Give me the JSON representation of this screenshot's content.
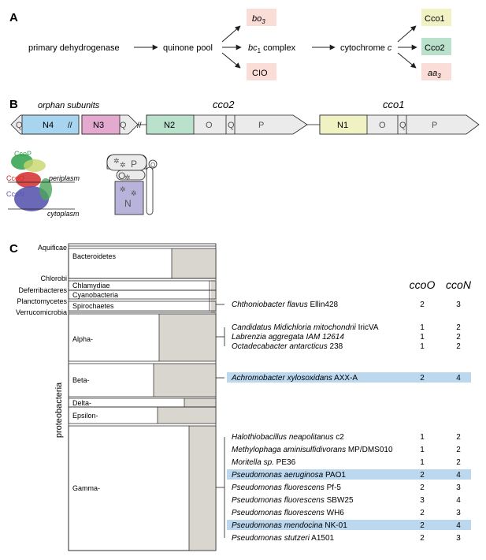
{
  "panels": {
    "a": "A",
    "b": "B",
    "c": "C"
  },
  "panel_a": {
    "dehydrogenase": "primary dehydrogenase",
    "quinone_pool": "quinone pool",
    "bo3": {
      "main": "bo",
      "sub": "3"
    },
    "bc1": {
      "main": "bc",
      "sub": "1",
      "rest": " complex"
    },
    "cio": "CIO",
    "cytochrome": {
      "main": "cytochrome ",
      "italic": "c"
    },
    "cco1": "Cco1",
    "cco2": "Cco2",
    "aa3": {
      "main": "aa",
      "sub": "3"
    },
    "colors": {
      "pink": "#f9ddd6",
      "yellow": "#f0f2c3",
      "green": "#b9e1cc"
    }
  },
  "panel_b": {
    "orphan_label": "orphan subunits",
    "cco2_label": "cco2",
    "cco1_label": "cco1",
    "genes": {
      "q1": "Q",
      "n4": "N4",
      "n3": "N3",
      "q2": "Q",
      "n2": "N2",
      "o2": "O",
      "q3": "Q",
      "p2": "P",
      "n1": "N1",
      "o1": "O",
      "q4": "Q",
      "p1": "P"
    },
    "break_mark": "//",
    "structure": {
      "ccop": "CcoP",
      "ccoo": "CcoO",
      "ccon": "CcoN",
      "periplasm": "periplasm",
      "cytoplasm": "cytoplasm"
    },
    "schematic": {
      "p": "P",
      "o": "O",
      "n": "N",
      "q": "Q"
    },
    "colors": {
      "blue": "#a7d4ee",
      "pink": "#e4a9cf",
      "green": "#b9e1cc",
      "yellow": "#f0f2c3",
      "grey": "#ebebeb",
      "lavender": "#b8b3db"
    }
  },
  "panel_c": {
    "col_ccoo": "ccoO",
    "col_ccon": "ccoN",
    "phyla_left": [
      "Aquificae",
      "Chlorobi",
      "Deferribacteres",
      "Planctomycetes",
      "Verrucomicrobia"
    ],
    "phyla_inside": {
      "bacteroidetes": "Bacteroidetes",
      "chlamydiae": "Chlamydiae",
      "cyanobacteria": "Cyanobacteria",
      "spirochaetes": "Spirochaetes",
      "alpha": "Alpha-",
      "beta": "Beta-",
      "delta": "Delta-",
      "epsilon": "Epsilon-",
      "gamma": "Gamma-"
    },
    "proteobacteria": "proteobacteria",
    "highlight_color": "#bcd8ee",
    "shade_color": "#d9d6cf",
    "rows": [
      {
        "genus": "Chthoniobacter flavus",
        "strain": "Ellin428",
        "ccoO": "2",
        "ccoN": "3",
        "highlight": false
      },
      {
        "genus": "Candidatus Midichloria mitochondrii",
        "strain": "IricVA",
        "ccoO": "1",
        "ccoN": "2",
        "highlight": false
      },
      {
        "genus": "Labrenzia aggregata IAM 12614",
        "strain": "",
        "ccoO": "1",
        "ccoN": "2",
        "highlight": false
      },
      {
        "genus": "Octadecabacter antarcticus",
        "strain": "238",
        "ccoO": "1",
        "ccoN": "2",
        "highlight": false
      },
      {
        "genus": "Achromobacter xylosoxidans",
        "strain": "AXX-A",
        "ccoO": "2",
        "ccoN": "4",
        "highlight": true
      },
      {
        "genus": "Halothiobacillus neapolitanus",
        "strain": "c2",
        "ccoO": "1",
        "ccoN": "2",
        "highlight": false
      },
      {
        "genus": "Methylophaga aminisulfidivorans",
        "strain": "MP/DMS010",
        "ccoO": "1",
        "ccoN": "2",
        "highlight": false
      },
      {
        "genus": "Moritella sp.",
        "strain": "PE36",
        "ccoO": "1",
        "ccoN": "2",
        "highlight": false
      },
      {
        "genus": "Pseudomonas aeruginosa",
        "strain": "PAO1",
        "ccoO": "2",
        "ccoN": "4",
        "highlight": true
      },
      {
        "genus": "Pseudomonas fluorescens",
        "strain": "Pf-5",
        "ccoO": "2",
        "ccoN": "3",
        "highlight": false
      },
      {
        "genus": "Pseudomonas fluorescens",
        "strain": "SBW25",
        "ccoO": "3",
        "ccoN": "4",
        "highlight": false
      },
      {
        "genus": "Pseudomonas fluorescens",
        "strain": "WH6",
        "ccoO": "2",
        "ccoN": "3",
        "highlight": false
      },
      {
        "genus": "Pseudomonas mendocina",
        "strain": "NK-01",
        "ccoO": "2",
        "ccoN": "4",
        "highlight": true
      },
      {
        "genus": "Pseudomonas stutzeri",
        "strain": "A1501",
        "ccoO": "2",
        "ccoN": "3",
        "highlight": false
      }
    ]
  }
}
